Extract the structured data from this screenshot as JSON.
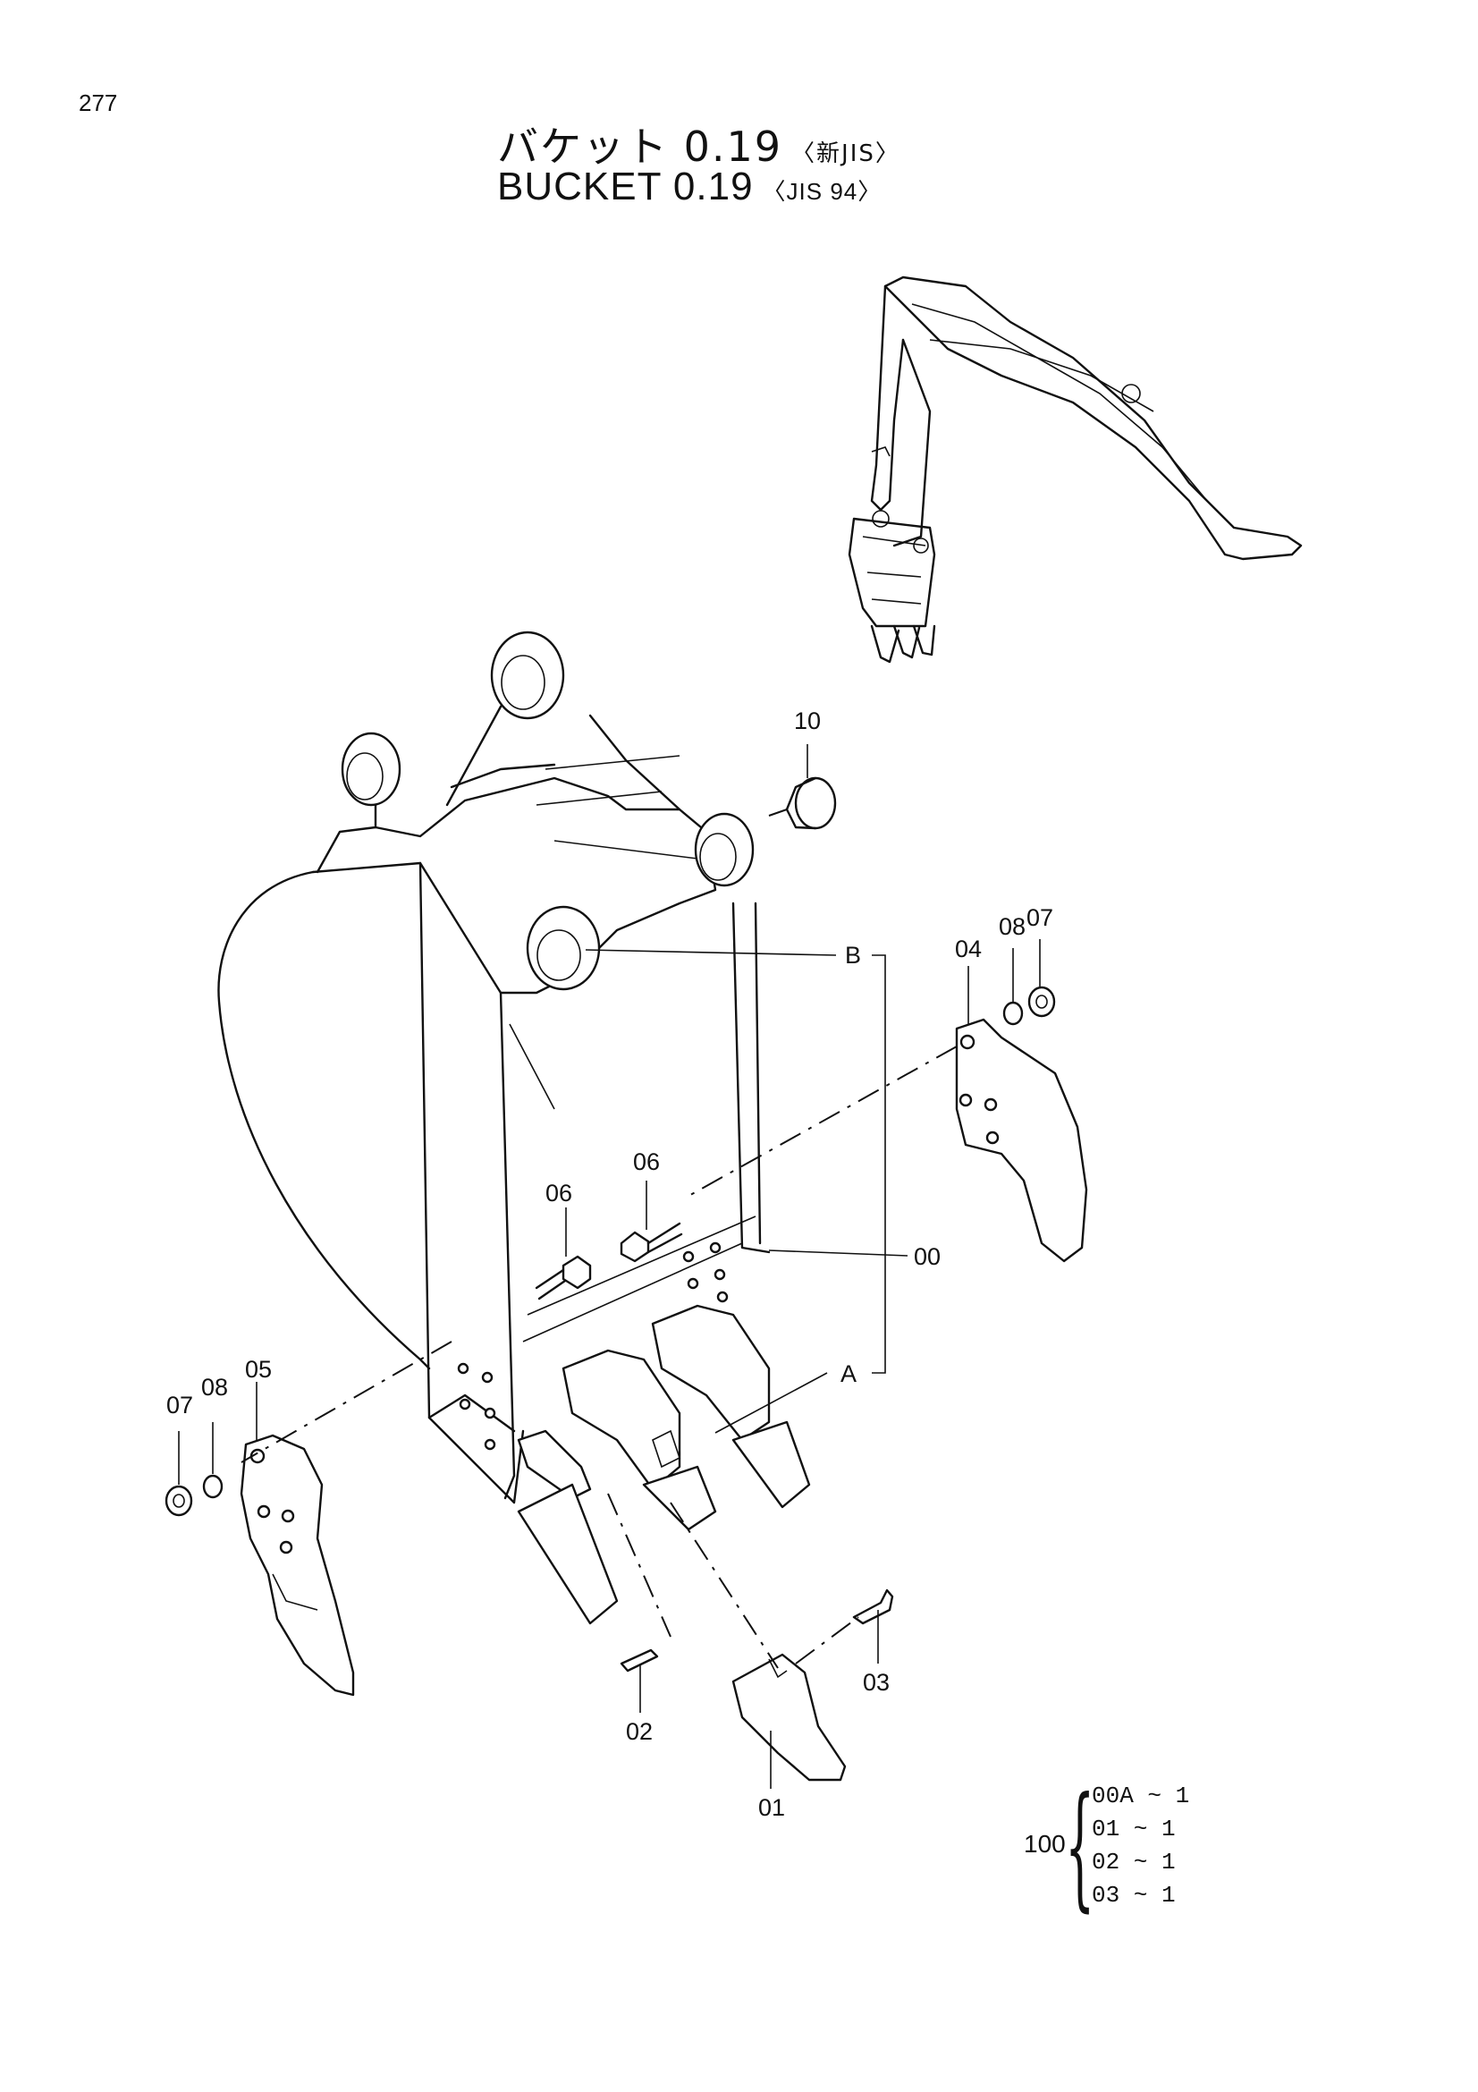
{
  "page": {
    "number": "277"
  },
  "title": {
    "japanese": "バケット 0.19",
    "japanese_tag": "〈新JIS〉",
    "english": "BUCKET 0.19",
    "english_tag": "〈JIS 94〉"
  },
  "callouts": [
    {
      "id": "10",
      "label": "10"
    },
    {
      "id": "07-right",
      "label": "07"
    },
    {
      "id": "08-right",
      "label": "08"
    },
    {
      "id": "04",
      "label": "04"
    },
    {
      "id": "B",
      "label": "B"
    },
    {
      "id": "06-upper",
      "label": "06"
    },
    {
      "id": "06-lower",
      "label": "06"
    },
    {
      "id": "00",
      "label": "00"
    },
    {
      "id": "A",
      "label": "A"
    },
    {
      "id": "07-left",
      "label": "07"
    },
    {
      "id": "08-left",
      "label": "08"
    },
    {
      "id": "05",
      "label": "05"
    },
    {
      "id": "03",
      "label": "03"
    },
    {
      "id": "02",
      "label": "02"
    },
    {
      "id": "01",
      "label": "01"
    }
  ],
  "kit": {
    "number": "100",
    "items": [
      "00A ~ 1",
      "01  ~ 1",
      "02  ~ 1",
      "03  ~ 1"
    ]
  }
}
